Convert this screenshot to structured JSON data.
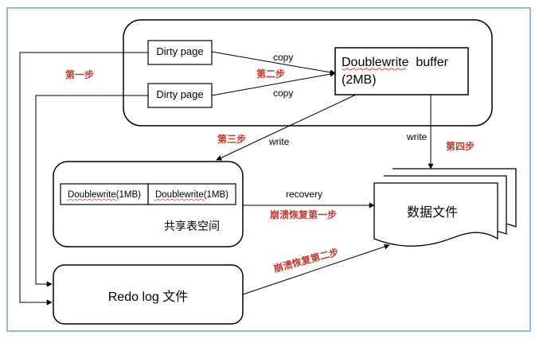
{
  "boxes": {
    "dirty_page_1": "Dirty page",
    "dirty_page_2": "Dirty page",
    "doublewrite_buffer_line1": "Doublewrite  buffer",
    "doublewrite_buffer_line2": "(2MB)",
    "doublewrite_segment_1": "Doublewrite(1MB)",
    "doublewrite_segment_2": "Doublewrite(1MB)",
    "shared_tablespace": "共享表空间",
    "data_files": "数据文件",
    "redo_log": "Redo log 文件"
  },
  "edge_labels": {
    "copy_1": "copy",
    "copy_2": "copy",
    "write_1": "write",
    "write_2": "write",
    "recovery": "recovery"
  },
  "step_labels": {
    "step1": "第一步",
    "step2": "第二步",
    "step3": "第三步",
    "step4": "第四步",
    "crash_step1": "崩溃恢复第一步",
    "crash_step2": "崩溃恢复第二步"
  },
  "colors": {
    "step_label": "#c0392b",
    "frame_border": "#4a90c8",
    "stroke": "#000000"
  }
}
